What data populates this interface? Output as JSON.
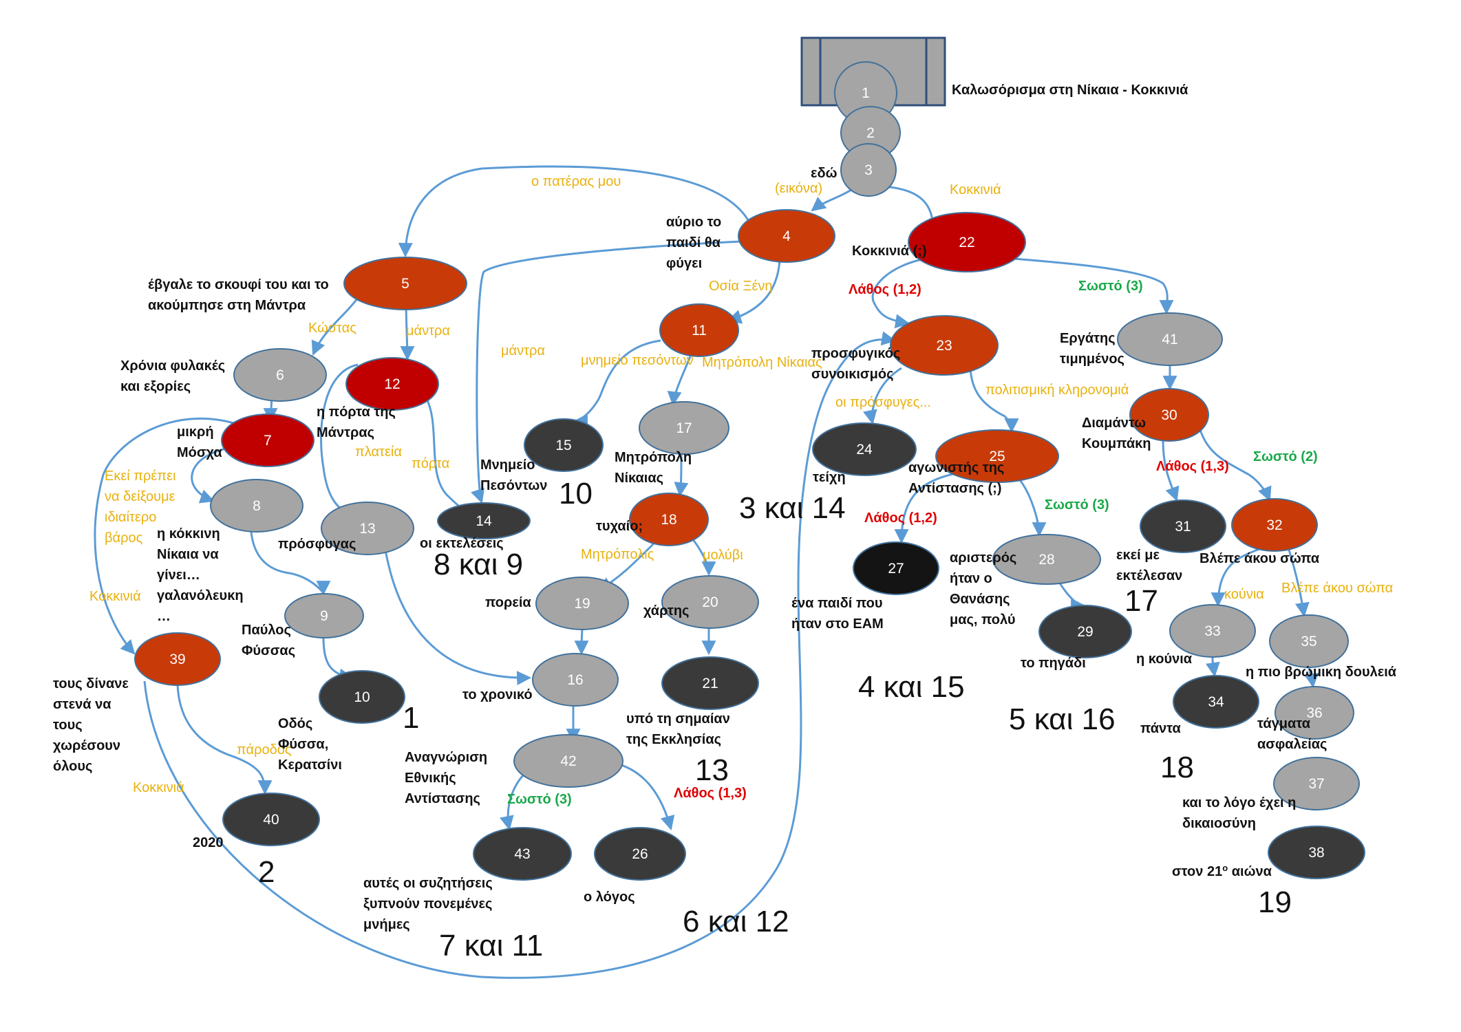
{
  "colors": {
    "orange": "#c83a08",
    "red": "#c00000",
    "grey": "#a5a5a5",
    "dark": "#3a3a3a",
    "black": "#141414",
    "edge": "#5b9bd5",
    "edge_label": "#e8b10e",
    "wrong": "#e00000",
    "correct": "#1aa84a"
  },
  "nodes": [
    {
      "id": "1",
      "kind": "grey"
    },
    {
      "id": "2",
      "kind": "grey"
    },
    {
      "id": "3",
      "kind": "grey"
    },
    {
      "id": "4",
      "kind": "orange"
    },
    {
      "id": "5",
      "kind": "orange"
    },
    {
      "id": "6",
      "kind": "grey"
    },
    {
      "id": "7",
      "kind": "red"
    },
    {
      "id": "8",
      "kind": "grey"
    },
    {
      "id": "9",
      "kind": "grey"
    },
    {
      "id": "10",
      "kind": "dark"
    },
    {
      "id": "11",
      "kind": "orange"
    },
    {
      "id": "12",
      "kind": "red"
    },
    {
      "id": "13",
      "kind": "grey"
    },
    {
      "id": "14",
      "kind": "dark"
    },
    {
      "id": "15",
      "kind": "dark"
    },
    {
      "id": "16",
      "kind": "grey"
    },
    {
      "id": "17",
      "kind": "grey"
    },
    {
      "id": "18",
      "kind": "orange"
    },
    {
      "id": "19",
      "kind": "grey"
    },
    {
      "id": "20",
      "kind": "grey"
    },
    {
      "id": "21",
      "kind": "dark"
    },
    {
      "id": "22",
      "kind": "red"
    },
    {
      "id": "23",
      "kind": "orange"
    },
    {
      "id": "24",
      "kind": "dark"
    },
    {
      "id": "25",
      "kind": "orange"
    },
    {
      "id": "26",
      "kind": "dark"
    },
    {
      "id": "27",
      "kind": "black"
    },
    {
      "id": "28",
      "kind": "grey"
    },
    {
      "id": "29",
      "kind": "dark"
    },
    {
      "id": "30",
      "kind": "orange"
    },
    {
      "id": "31",
      "kind": "dark"
    },
    {
      "id": "32",
      "kind": "orange"
    },
    {
      "id": "33",
      "kind": "grey"
    },
    {
      "id": "34",
      "kind": "dark"
    },
    {
      "id": "35",
      "kind": "grey"
    },
    {
      "id": "36",
      "kind": "grey"
    },
    {
      "id": "37",
      "kind": "grey"
    },
    {
      "id": "38",
      "kind": "dark"
    },
    {
      "id": "39",
      "kind": "orange"
    },
    {
      "id": "40",
      "kind": "dark"
    },
    {
      "id": "41",
      "kind": "grey"
    },
    {
      "id": "42",
      "kind": "grey"
    },
    {
      "id": "43",
      "kind": "dark"
    }
  ],
  "edges": [
    {
      "from": "3",
      "to": "4",
      "label": "(εικόνα)",
      "kind": "orange"
    },
    {
      "from": "3",
      "to": "22",
      "label": "Κοκκινιά",
      "kind": "orange"
    },
    {
      "from": "4",
      "to": "5",
      "label": "ο πατέρας μου",
      "kind": "orange"
    },
    {
      "from": "4",
      "to": "14",
      "label": "μάντρα",
      "kind": "orange"
    },
    {
      "from": "4",
      "to": "11",
      "label": "Οσία Ξένη",
      "kind": "orange"
    },
    {
      "from": "5",
      "to": "6",
      "label": "Κώστας",
      "kind": "orange"
    },
    {
      "from": "5",
      "to": "12",
      "label": "μάντρα",
      "kind": "orange"
    },
    {
      "from": "6",
      "to": "7",
      "label": "",
      "kind": "orange"
    },
    {
      "from": "7",
      "to": "8",
      "label": "Εκεί πρέπει να δείξουμε ιδιαίτερο βάρος",
      "kind": "orange"
    },
    {
      "from": "7",
      "to": "39",
      "label": "Κοκκινιά",
      "kind": "orange"
    },
    {
      "from": "8",
      "to": "9",
      "label": "",
      "kind": "orange"
    },
    {
      "from": "9",
      "to": "10",
      "label": "",
      "kind": "orange"
    },
    {
      "from": "12",
      "to": "13",
      "label": "πλατεία",
      "kind": "orange"
    },
    {
      "from": "12",
      "to": "14",
      "label": "πόρτα",
      "kind": "orange"
    },
    {
      "from": "13",
      "to": "16",
      "label": "",
      "kind": "orange"
    },
    {
      "from": "11",
      "to": "15",
      "label": "μνημείο πεσόντων",
      "kind": "orange"
    },
    {
      "from": "11",
      "to": "17",
      "label": "Μητρόπολη Νίκαιας",
      "kind": "orange"
    },
    {
      "from": "17",
      "to": "18",
      "label": "",
      "kind": "orange"
    },
    {
      "from": "18",
      "to": "19",
      "label": "Μητρόπολις",
      "kind": "orange"
    },
    {
      "from": "18",
      "to": "20",
      "label": "μολύβι",
      "kind": "orange"
    },
    {
      "from": "19",
      "to": "16",
      "label": "",
      "kind": "orange"
    },
    {
      "from": "20",
      "to": "21",
      "label": "",
      "kind": "orange"
    },
    {
      "from": "16",
      "to": "42",
      "label": "",
      "kind": "orange"
    },
    {
      "from": "42",
      "to": "43",
      "label": "Σωστό (3)",
      "kind": "correct"
    },
    {
      "from": "42",
      "to": "26",
      "label": "Λάθος (1,3)",
      "kind": "wrong"
    },
    {
      "from": "22",
      "to": "23",
      "label": "Λάθος (1,2)",
      "kind": "wrong"
    },
    {
      "from": "22",
      "to": "41",
      "label": "Σωστό (3)",
      "kind": "correct"
    },
    {
      "from": "23",
      "to": "24",
      "label": "οι πρόσφυγες...",
      "kind": "orange"
    },
    {
      "from": "23",
      "to": "25",
      "label": "πολιτισμική κληρονομιά",
      "kind": "orange"
    },
    {
      "from": "25",
      "to": "27",
      "label": "Λάθος (1,2)",
      "kind": "wrong"
    },
    {
      "from": "25",
      "to": "28",
      "label": "Σωστό (3)",
      "kind": "correct"
    },
    {
      "from": "28",
      "to": "29",
      "label": "",
      "kind": "orange"
    },
    {
      "from": "41",
      "to": "30",
      "label": "",
      "kind": "orange"
    },
    {
      "from": "30",
      "to": "31",
      "label": "Λάθος (1,3)",
      "kind": "wrong"
    },
    {
      "from": "30",
      "to": "32",
      "label": "Σωστό (2)",
      "kind": "correct"
    },
    {
      "from": "32",
      "to": "33",
      "label": "κούνια",
      "kind": "orange"
    },
    {
      "from": "32",
      "to": "35",
      "label": "Βλέπε άκου σώπα",
      "kind": "orange"
    },
    {
      "from": "33",
      "to": "34",
      "label": "",
      "kind": "orange"
    },
    {
      "from": "35",
      "to": "36",
      "label": "",
      "kind": "orange"
    },
    {
      "from": "39",
      "to": "40",
      "label": "πάροδος",
      "kind": "orange"
    },
    {
      "from": "39",
      "to": "23",
      "label": "Κοκκινιά",
      "kind": "orange"
    }
  ],
  "node_labels": [
    {
      "id": "t1",
      "lines": [
        "Καλωσόρισμα στη Νίκαια - Κοκκινιά"
      ]
    },
    {
      "id": "t3",
      "lines": [
        "εδώ"
      ]
    },
    {
      "id": "t4",
      "lines": [
        "αύριο το",
        "παιδί θα",
        "φύγει"
      ]
    },
    {
      "id": "t5",
      "lines": [
        "έβγαλε το σκουφί του και το",
        "ακούμπησε στη Μάντρα"
      ]
    },
    {
      "id": "t6",
      "lines": [
        "Χρόνια φυλακές",
        "και εξορίες"
      ]
    },
    {
      "id": "t7",
      "lines": [
        "μικρή",
        "Μόσχα"
      ]
    },
    {
      "id": "t8",
      "lines": [
        "η κόκκινη",
        "Νίκαια να",
        "γίνει…",
        "γαλανόλευκη",
        "…"
      ]
    },
    {
      "id": "t9",
      "lines": [
        "Παύλος",
        "Φύσσας"
      ]
    },
    {
      "id": "t10",
      "lines": [
        "Οδός",
        "Φύσσα,",
        "Κερατσίνι"
      ]
    },
    {
      "id": "t12",
      "lines": [
        "η πόρτα της",
        "Μάντρας"
      ]
    },
    {
      "id": "t13",
      "lines": [
        "πρόσφυγας"
      ]
    },
    {
      "id": "t14",
      "lines": [
        "οι εκτελέσεις"
      ]
    },
    {
      "id": "t15",
      "lines": [
        "Μνημείο",
        "Πεσόντων"
      ]
    },
    {
      "id": "t17",
      "lines": [
        "Μητρόπολη",
        "Νίκαιας"
      ]
    },
    {
      "id": "t18",
      "lines": [
        "τυχαίο;"
      ]
    },
    {
      "id": "t19",
      "lines": [
        "πορεία"
      ]
    },
    {
      "id": "t20",
      "lines": [
        "χάρτης"
      ]
    },
    {
      "id": "t21",
      "lines": [
        "υπό τη σημαίαν",
        "της Εκκλησίας"
      ]
    },
    {
      "id": "t16",
      "lines": [
        "το χρονικό"
      ]
    },
    {
      "id": "t42",
      "lines": [
        "Αναγνώριση",
        "Εθνικής",
        "Αντίστασης"
      ]
    },
    {
      "id": "t43",
      "lines": [
        "αυτές οι συζητήσεις",
        "ξυπνούν πονεμένες",
        "μνήμες"
      ]
    },
    {
      "id": "t26",
      "lines": [
        "ο λόγος"
      ]
    },
    {
      "id": "t22",
      "lines": [
        "Κοκκινιά (;)"
      ]
    },
    {
      "id": "t23",
      "lines": [
        "προσφυγικός",
        "συνοικισμός"
      ]
    },
    {
      "id": "t24",
      "lines": [
        "τείχη"
      ]
    },
    {
      "id": "t25",
      "lines": [
        "αγωνιστής της",
        "Αντίστασης (;)"
      ]
    },
    {
      "id": "t27",
      "lines": [
        "ένα παιδί που",
        "ήταν στο ΕΑΜ"
      ]
    },
    {
      "id": "t28",
      "lines": [
        "αριστερός",
        "ήταν ο",
        "Θανάσης",
        "μας, πολύ"
      ]
    },
    {
      "id": "t29",
      "lines": [
        "το πηγάδι"
      ]
    },
    {
      "id": "t41",
      "lines": [
        "Εργάτης",
        "τιμημένος"
      ]
    },
    {
      "id": "t30",
      "lines": [
        "Διαμάντω",
        "Κουμπάκη"
      ]
    },
    {
      "id": "t31",
      "lines": [
        "εκεί με",
        "εκτέλεσαν"
      ]
    },
    {
      "id": "t32",
      "lines": [
        "Βλέπε άκου σώπα"
      ]
    },
    {
      "id": "t33",
      "lines": [
        "η κούνια"
      ]
    },
    {
      "id": "t34",
      "lines": [
        "πάντα"
      ]
    },
    {
      "id": "t35",
      "lines": [
        "η πιο βρώμικη δουλειά"
      ]
    },
    {
      "id": "t36",
      "lines": [
        "τάγματα",
        "ασφαλείας"
      ]
    },
    {
      "id": "t37",
      "lines": [
        "και το λόγο έχει η",
        "δικαιοσύνη"
      ]
    },
    {
      "id": "t38",
      "lines": [
        "στον 21ο αιώνα"
      ]
    },
    {
      "id": "t39",
      "lines": [
        "τους δίνανε",
        "στενά να",
        "τους",
        "χωρέσουν",
        "όλους"
      ]
    },
    {
      "id": "t40",
      "lines": [
        "2020"
      ]
    }
  ],
  "stage_numbers": [
    "1",
    "2",
    "3 και 14",
    "4 και 15",
    "5 και 16",
    "6 και 12",
    "7 και 11",
    "8 και 9",
    "10",
    "13",
    "17",
    "18",
    "19"
  ]
}
